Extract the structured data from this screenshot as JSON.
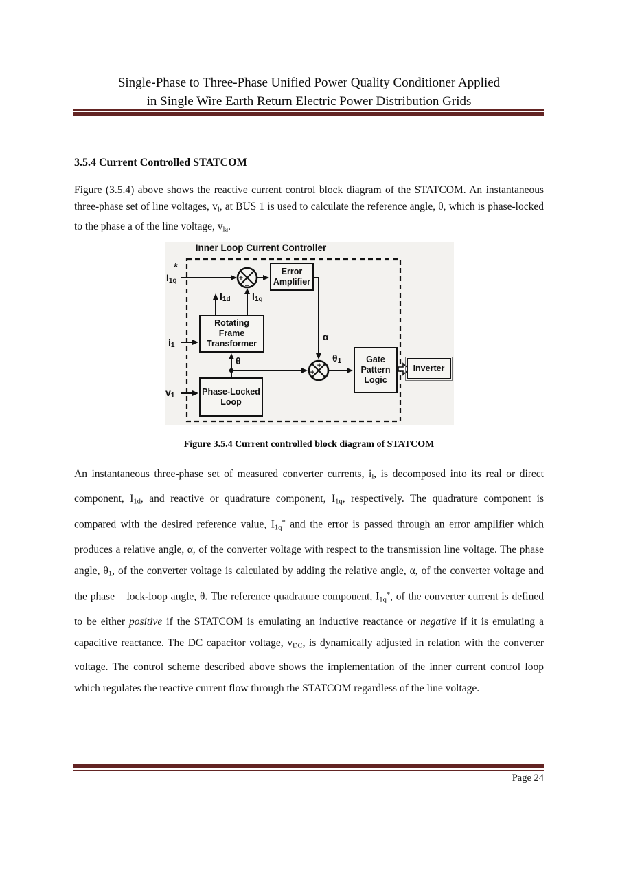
{
  "header": {
    "title_line1": "Single-Phase to Three-Phase Unified Power Quality Conditioner Applied",
    "title_line2": "in Single Wire Earth Return Electric Power Distribution Grids"
  },
  "section": {
    "heading": "3.5.4 Current Controlled STATCOM"
  },
  "intro_paragraph": {
    "segments": [
      {
        "text": "Figure (3.5.4) above shows the reactive current control block diagram of the STATCOM. An instantaneous three-phase set of line voltages, v"
      },
      {
        "text": "l",
        "style": "sub"
      },
      {
        "text": ", at BUS 1 is used to calculate the reference angle, θ, which is phase-locked to the phase a of the line voltage, v"
      },
      {
        "text": "la",
        "style": "sub"
      },
      {
        "text": "."
      }
    ]
  },
  "figure": {
    "diagram_title": "Inner Loop Current Controller",
    "caption": "Figure 3.5.4 Current controlled block diagram of STATCOM",
    "blocks": {
      "error_amplifier": "Error Amplifier",
      "rotating_frame_transformer": "Rotating Frame Transformer",
      "phase_locked_loop": "Phase-Locked Loop",
      "gate_pattern_logic": "Gate Pattern Logic",
      "inverter": "Inverter"
    },
    "labels": {
      "ref_star": "*",
      "ref_current": [
        {
          "text": "I"
        },
        {
          "text": "1q",
          "style": "sub"
        }
      ],
      "converter_current_input": [
        {
          "text": "i"
        },
        {
          "text": "1",
          "style": "sub"
        }
      ],
      "line_voltage_input": [
        {
          "text": "v"
        },
        {
          "text": "1",
          "style": "sub"
        }
      ],
      "direct_component": [
        {
          "text": "I"
        },
        {
          "text": "1d",
          "style": "sub"
        }
      ],
      "quadrature_component": [
        {
          "text": "I"
        },
        {
          "text": "1q",
          "style": "sub"
        }
      ],
      "theta": "θ",
      "alpha": "α",
      "theta_one": [
        {
          "text": "θ"
        },
        {
          "text": "1",
          "style": "sub"
        }
      ],
      "sum1_plus": "+",
      "sum1_minus": "−",
      "sum2_plus_top": "+",
      "sum2_plus_left": "+"
    }
  },
  "body_paragraph": {
    "segments": [
      {
        "text": "An instantaneous three-phase set of measured converter currents, i"
      },
      {
        "text": "l",
        "style": "sub"
      },
      {
        "text": ", is decomposed into its real or direct component, I"
      },
      {
        "text": "1d",
        "style": "sub"
      },
      {
        "text": ", and reactive or quadrature component, I"
      },
      {
        "text": "1q",
        "style": "sub"
      },
      {
        "text": ", respectively. The quadrature component is compared with the desired reference value, I"
      },
      {
        "text": "1q",
        "style": "sub"
      },
      {
        "text": "*",
        "style": "sup"
      },
      {
        "text": " and the error is passed through an error amplifier which produces a relative angle, α, of the converter voltage with respect to the transmission line voltage. The phase angle, θ"
      },
      {
        "text": "1",
        "style": "sub"
      },
      {
        "text": ", of the converter voltage is calculated by adding the relative angle, α, of the converter voltage and the phase – lock-loop angle, θ. The reference quadrature component, I"
      },
      {
        "text": "1q",
        "style": "sub"
      },
      {
        "text": "*",
        "style": "sup"
      },
      {
        "text": ", of the converter current is defined to be either "
      },
      {
        "text": "positive",
        "style": "italic"
      },
      {
        "text": " if the STATCOM is emulating an inductive reactance or "
      },
      {
        "text": "negative",
        "style": "italic"
      },
      {
        "text": " if it is emulating a capacitive reactance. The DC capacitor voltage, v"
      },
      {
        "text": "DC",
        "style": "sub"
      },
      {
        "text": ", is dynamically adjusted in relation with the converter voltage. The control scheme described above shows the implementation of the inner current control loop which regulates the reactive current flow through the STATCOM regardless of the line voltage."
      }
    ]
  },
  "footer": {
    "page_label": "Page 24"
  },
  "colors": {
    "rule_maroon": "#632423",
    "diagram_ink": "#111111"
  }
}
